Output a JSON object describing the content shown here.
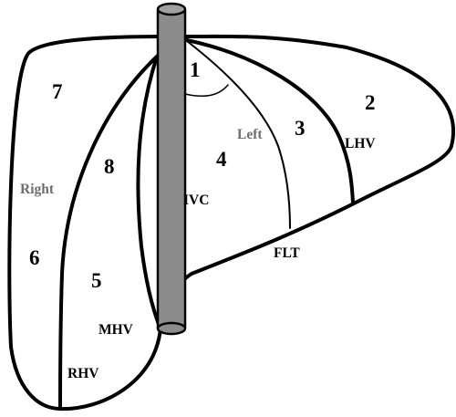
{
  "diagram": {
    "segments": [
      "1",
      "2",
      "3",
      "4",
      "5",
      "6",
      "7",
      "8"
    ],
    "lobe_labels": {
      "right": "Right",
      "left": "Left"
    },
    "vessel_labels": {
      "ivc": "IVC",
      "mhv": "MHV",
      "lhv": "LHV",
      "rhv": "RHV",
      "flt": "FLT"
    },
    "colors": {
      "outline": "#000000",
      "ivc_fill": "#8c8c8c",
      "lobe_label": "#6e6e6e",
      "background": "#ffffff"
    }
  }
}
